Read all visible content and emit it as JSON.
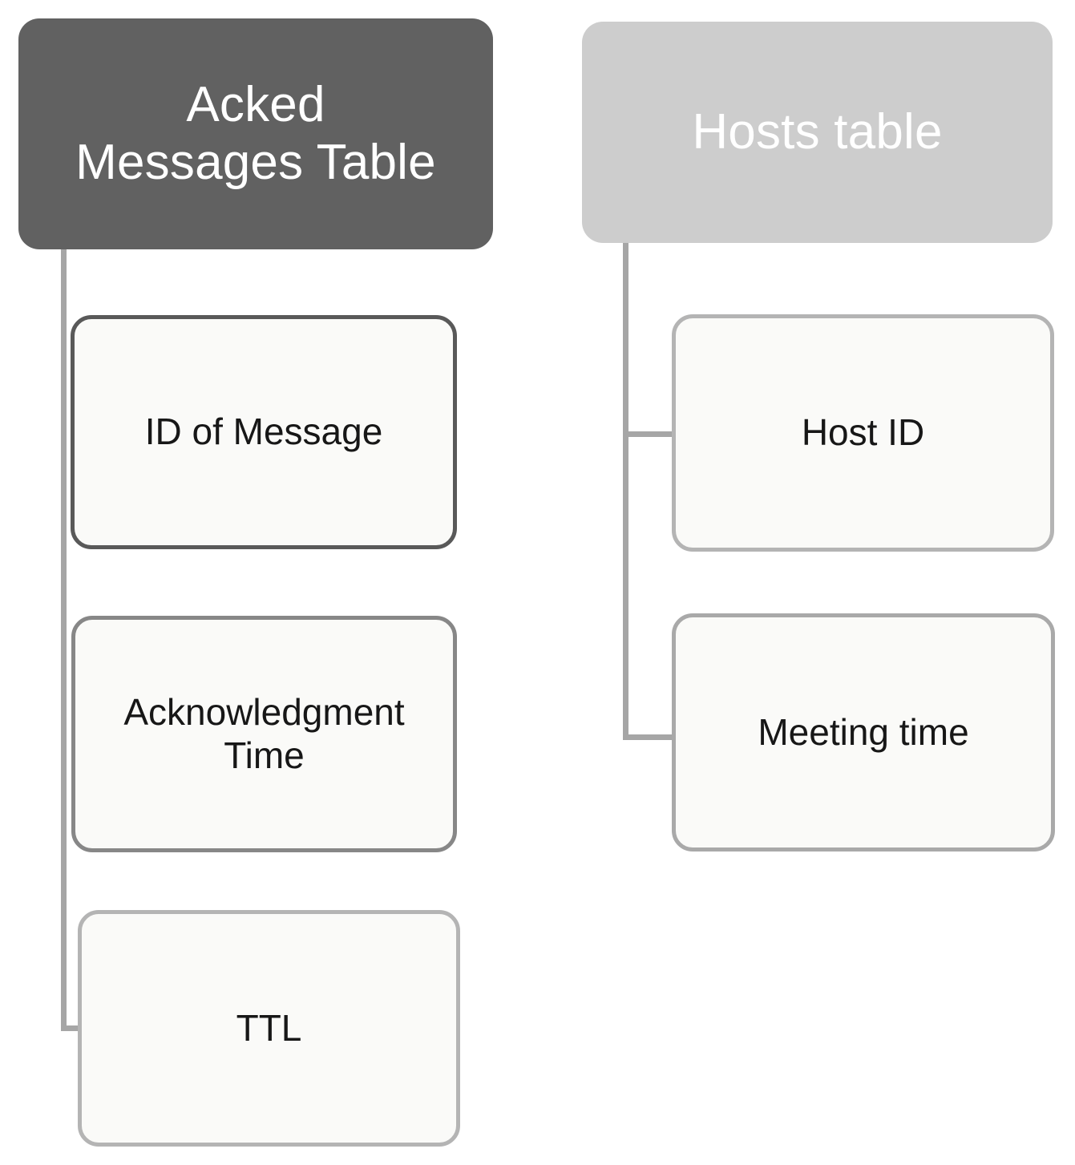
{
  "diagram": {
    "type": "entity-field-tree",
    "title_present": false,
    "colors": {
      "header_dark_bg": "#616161",
      "header_light_bg": "#cdcdcd",
      "header_text": "#ffffff",
      "field_bg": "#fafaf8",
      "field_text": "#171717",
      "connector": "#a6a6a6",
      "border_strong": "#595959",
      "border_mid": "#878787",
      "border_soft": "#b4b4b4",
      "page_bg": "#ffffff"
    },
    "columns": [
      {
        "id": "acked-messages-table",
        "header": {
          "label": "Acked\nMessages Table",
          "style": "dark"
        },
        "fields": [
          {
            "id": "id-of-message",
            "label": "ID of Message"
          },
          {
            "id": "acknowledgment-time",
            "label": "Acknowledgment\nTime"
          },
          {
            "id": "ttl",
            "label": "TTL"
          }
        ]
      },
      {
        "id": "hosts-table",
        "header": {
          "label": "Hosts table",
          "style": "light"
        },
        "fields": [
          {
            "id": "host-id",
            "label": "Host ID"
          },
          {
            "id": "meeting-time",
            "label": "Meeting time"
          }
        ]
      }
    ]
  }
}
